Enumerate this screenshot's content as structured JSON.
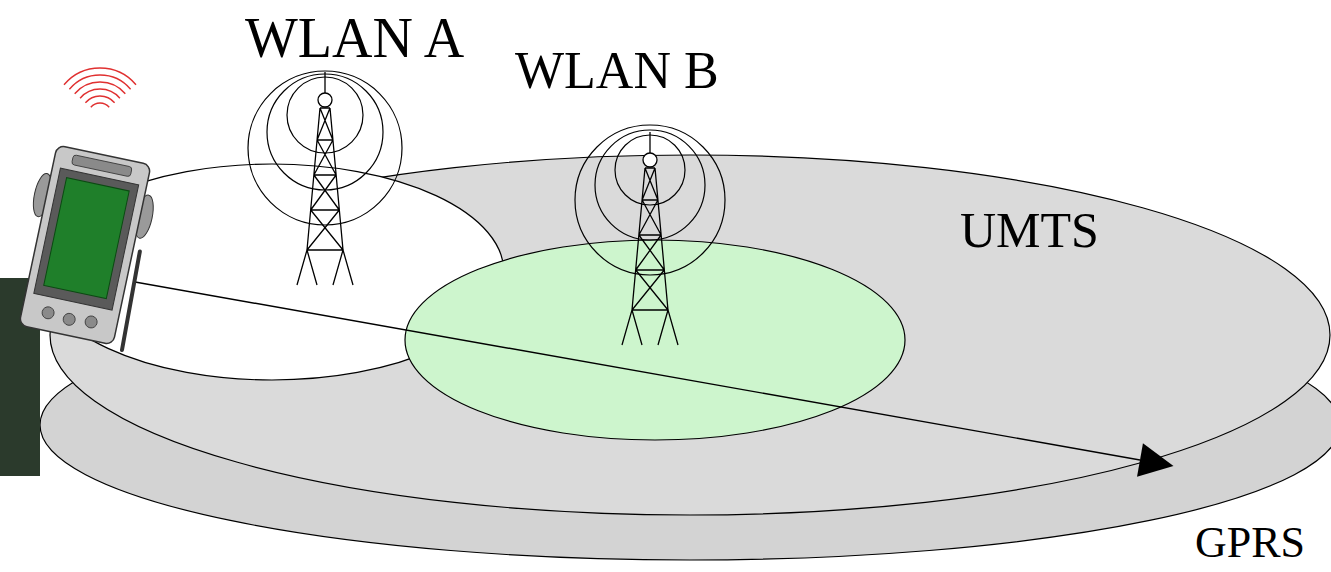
{
  "diagram": {
    "labels": [
      "WLAN A",
      "WLAN B",
      "UMTS",
      "GPRS"
    ]
  }
}
